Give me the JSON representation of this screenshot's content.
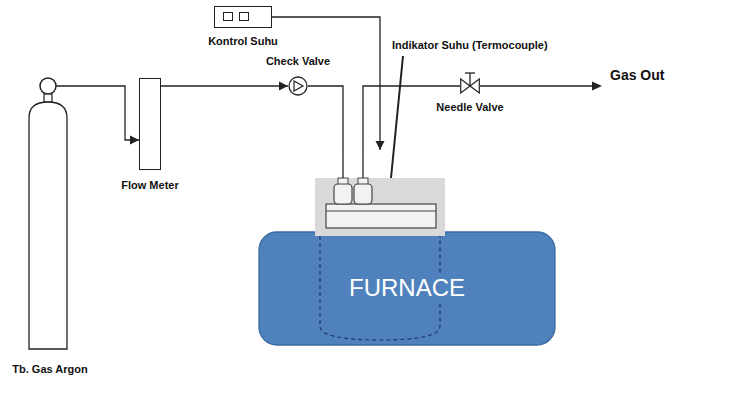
{
  "diagram": {
    "nodes": [
      {
        "text": [
          "Tb. Gas Argon"
        ]
      },
      {
        "text": [
          "Flow Meter"
        ]
      },
      {
        "text": [
          "Kontrol Suhu"
        ]
      },
      {
        "text": [
          "Check Valve"
        ]
      },
      {
        "text": [
          "FURNACE"
        ]
      },
      {
        "text": [
          "Needle Valve"
        ]
      }
    ],
    "edges": [
      {
        "from": 0,
        "to": 1,
        "arrow": "to"
      },
      {
        "from": 1,
        "to": 3,
        "arrow": "to"
      },
      {
        "from": 3,
        "to": 4,
        "arrow": "none"
      },
      {
        "from": 2,
        "to": 4,
        "arrow": "to"
      },
      {
        "from": 4,
        "to": 5,
        "arrow": "none"
      }
    ],
    "labels": [
      "Indikator Suhu (Termocouple)",
      "Gas Out"
    ]
  }
}
